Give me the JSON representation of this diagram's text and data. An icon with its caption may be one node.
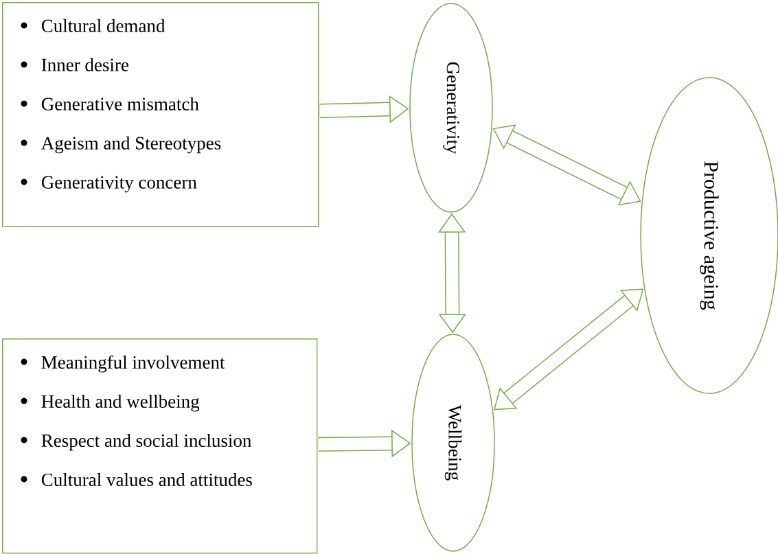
{
  "diagram": {
    "nodes": [
      {
        "text": [
          "Cultural demand",
          "Inner desire",
          "Generative mismatch",
          "Ageism and Stereotypes",
          "Generativity concern"
        ]
      },
      {
        "text": [
          "Generativity"
        ]
      },
      {
        "text": [
          "Productive ageing"
        ]
      },
      {
        "text": [
          "Meaningful involvement",
          "Health and wellbeing",
          "Respect and social inclusion",
          "Cultural values and attitudes"
        ]
      },
      {
        "text": [
          "Wellbeing"
        ]
      }
    ],
    "edges": [
      {
        "from": 0,
        "to": 1,
        "arrow": "to"
      },
      {
        "from": 1,
        "to": 2,
        "arrow": "both"
      },
      {
        "from": 1,
        "to": 4,
        "arrow": "both"
      },
      {
        "from": 3,
        "to": 4,
        "arrow": "to"
      },
      {
        "from": 4,
        "to": 2,
        "arrow": "both"
      }
    ]
  }
}
